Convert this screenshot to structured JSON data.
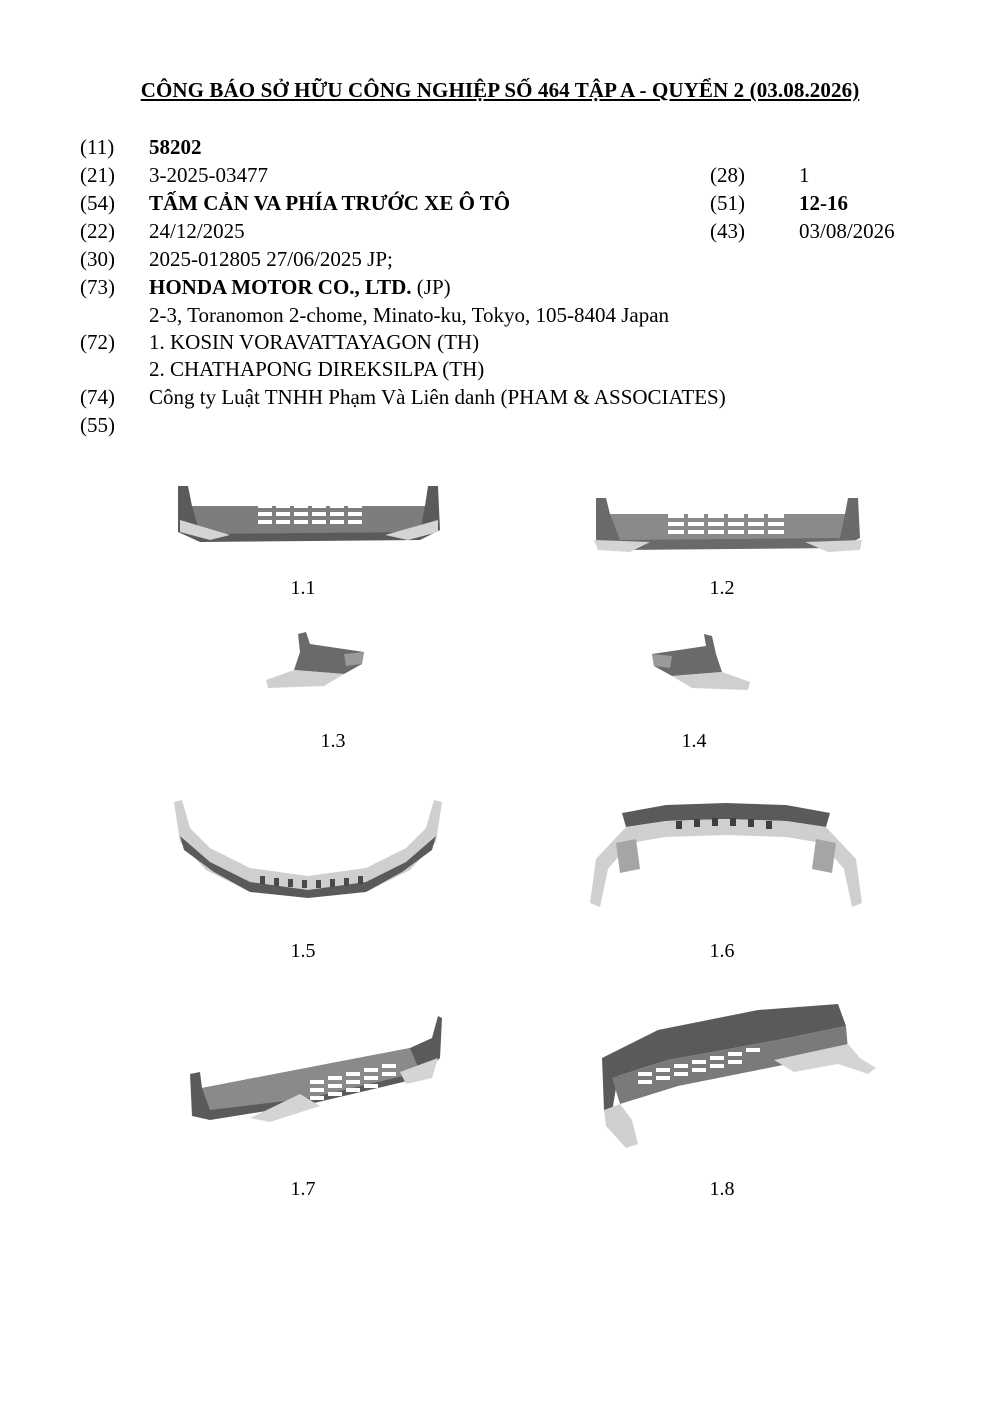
{
  "header": {
    "title": "CÔNG BÁO SỞ HỮU CÔNG NGHIỆP SỐ 464 TẬP A - QUYỂN 2 (03.08.2026)"
  },
  "entries": {
    "e11": {
      "code": "(11)",
      "value": "58202"
    },
    "e21": {
      "code": "(21)",
      "value": "3-2025-03477"
    },
    "e54": {
      "code": "(54)",
      "value": "TẤM CẢN VA PHÍA TRƯỚC XE Ô TÔ"
    },
    "e22": {
      "code": "(22)",
      "value": "24/12/2025"
    },
    "e30": {
      "code": "(30)",
      "value": "2025-012805 27/06/2025 JP;"
    },
    "e73": {
      "code": "(73)",
      "name": "HONDA MOTOR CO., LTD.",
      "country": " (JP)",
      "address": "2-3, Toranomon 2-chome, Minato-ku, Tokyo, 105-8404 Japan"
    },
    "e72": {
      "code": "(72)",
      "inventor1": "1. KOSIN VORAVATTAYAGON (TH)",
      "inventor2": "2. CHATHAPONG DIREKSILPA (TH)"
    },
    "e74": {
      "code": "(74)",
      "value": "Công ty Luật TNHH Phạm Và Liên danh (PHAM & ASSOCIATES)"
    },
    "e55": {
      "code": "(55)"
    }
  },
  "right": {
    "e28": {
      "code": "(28)",
      "value": "1"
    },
    "e51": {
      "code": "(51)",
      "value": "12-16"
    },
    "e43": {
      "code": "(43)",
      "value": "03/08/2026"
    }
  },
  "figures": {
    "f1": "1.1",
    "f2": "1.2",
    "f3": "1.3",
    "f4": "1.4",
    "f5": "1.5",
    "f6": "1.6",
    "f7": "1.7",
    "f8": "1.8"
  },
  "colors": {
    "dark": "#4d4d4d",
    "mid": "#8a8a8a",
    "light": "#cfcfcf",
    "grille": "#ffffff"
  }
}
